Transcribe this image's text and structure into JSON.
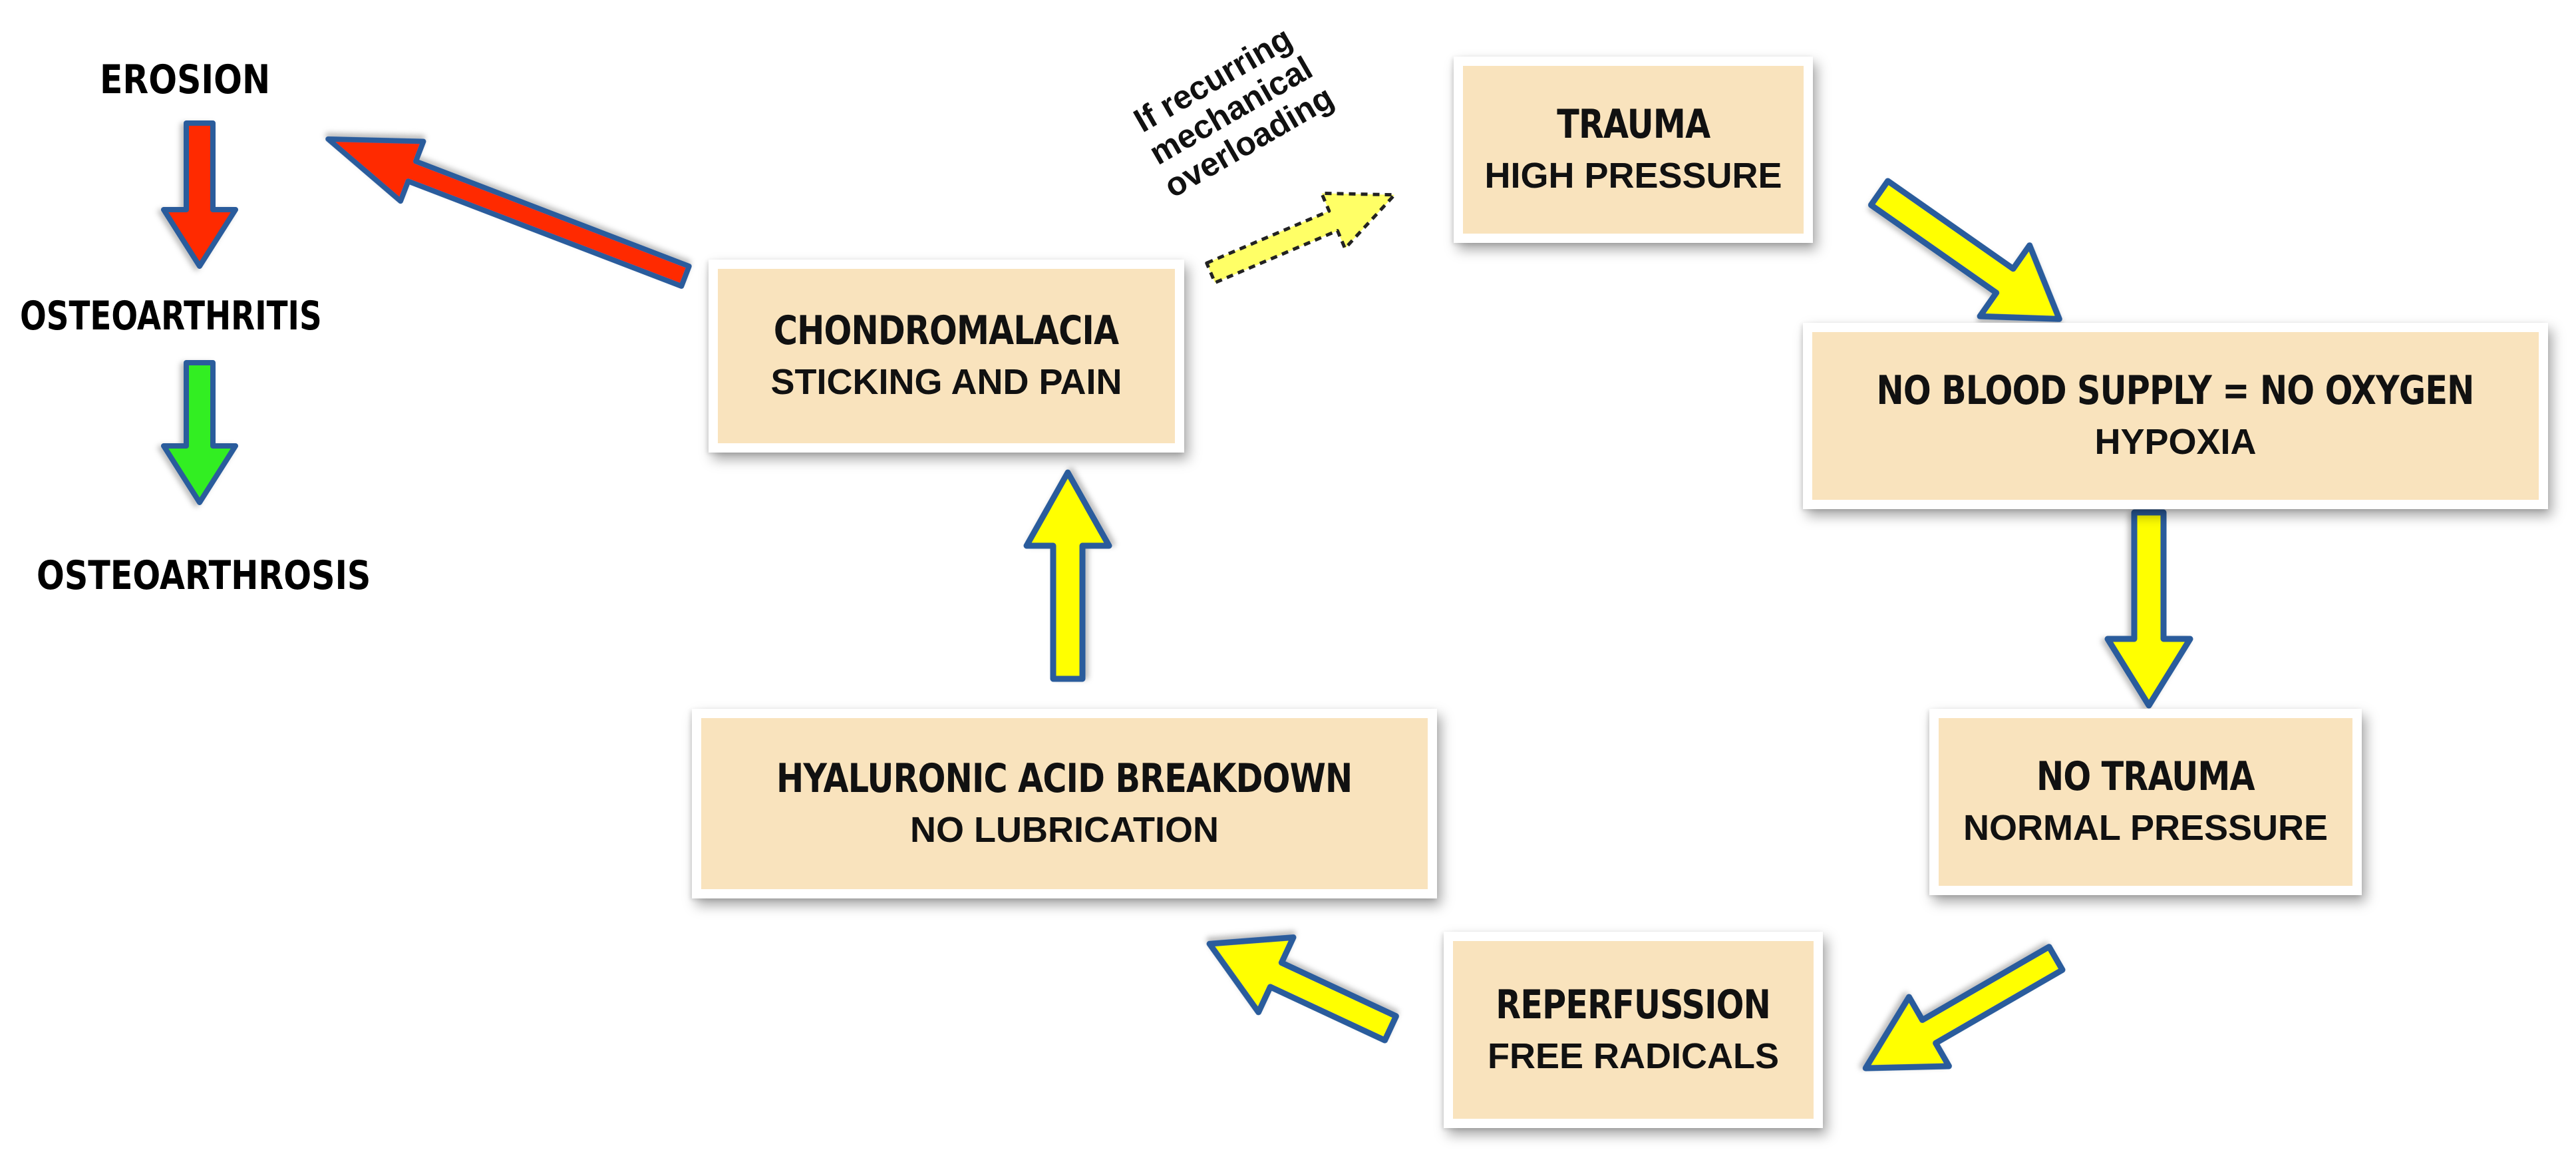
{
  "colors": {
    "card_fill": "#f9e3bd",
    "arrow_yellow": "#ffff00",
    "arrow_red": "#ff2a00",
    "arrow_green": "#33ee22",
    "arrow_outline": "#2a5b9c"
  },
  "cards": {
    "trauma": {
      "title": "TRAUMA",
      "subtitle": "HIGH PRESSURE"
    },
    "no_blood": {
      "title": "NO BLOOD SUPPLY = NO OXYGEN",
      "subtitle": "HYPOXIA"
    },
    "no_trauma": {
      "title": "NO TRAUMA",
      "subtitle": "NORMAL PRESSURE"
    },
    "reperfusion": {
      "title": "REPERFUSSION",
      "subtitle": "FREE RADICALS"
    },
    "hyaluronic": {
      "title": "HYALURONIC ACID BREAKDOWN",
      "subtitle": "NO LUBRICATION"
    },
    "chondromalacia": {
      "title": "CHONDROMALACIA",
      "subtitle": "STICKING AND PAIN"
    }
  },
  "progression": {
    "erosion": "EROSION",
    "osteoarthritis": "OSTEOARTHRITIS",
    "osteoarthrosis": "OSTEOARTHROSIS"
  },
  "note": {
    "line1": "If recurring",
    "line2": "mechanical",
    "line3": "overloading"
  }
}
